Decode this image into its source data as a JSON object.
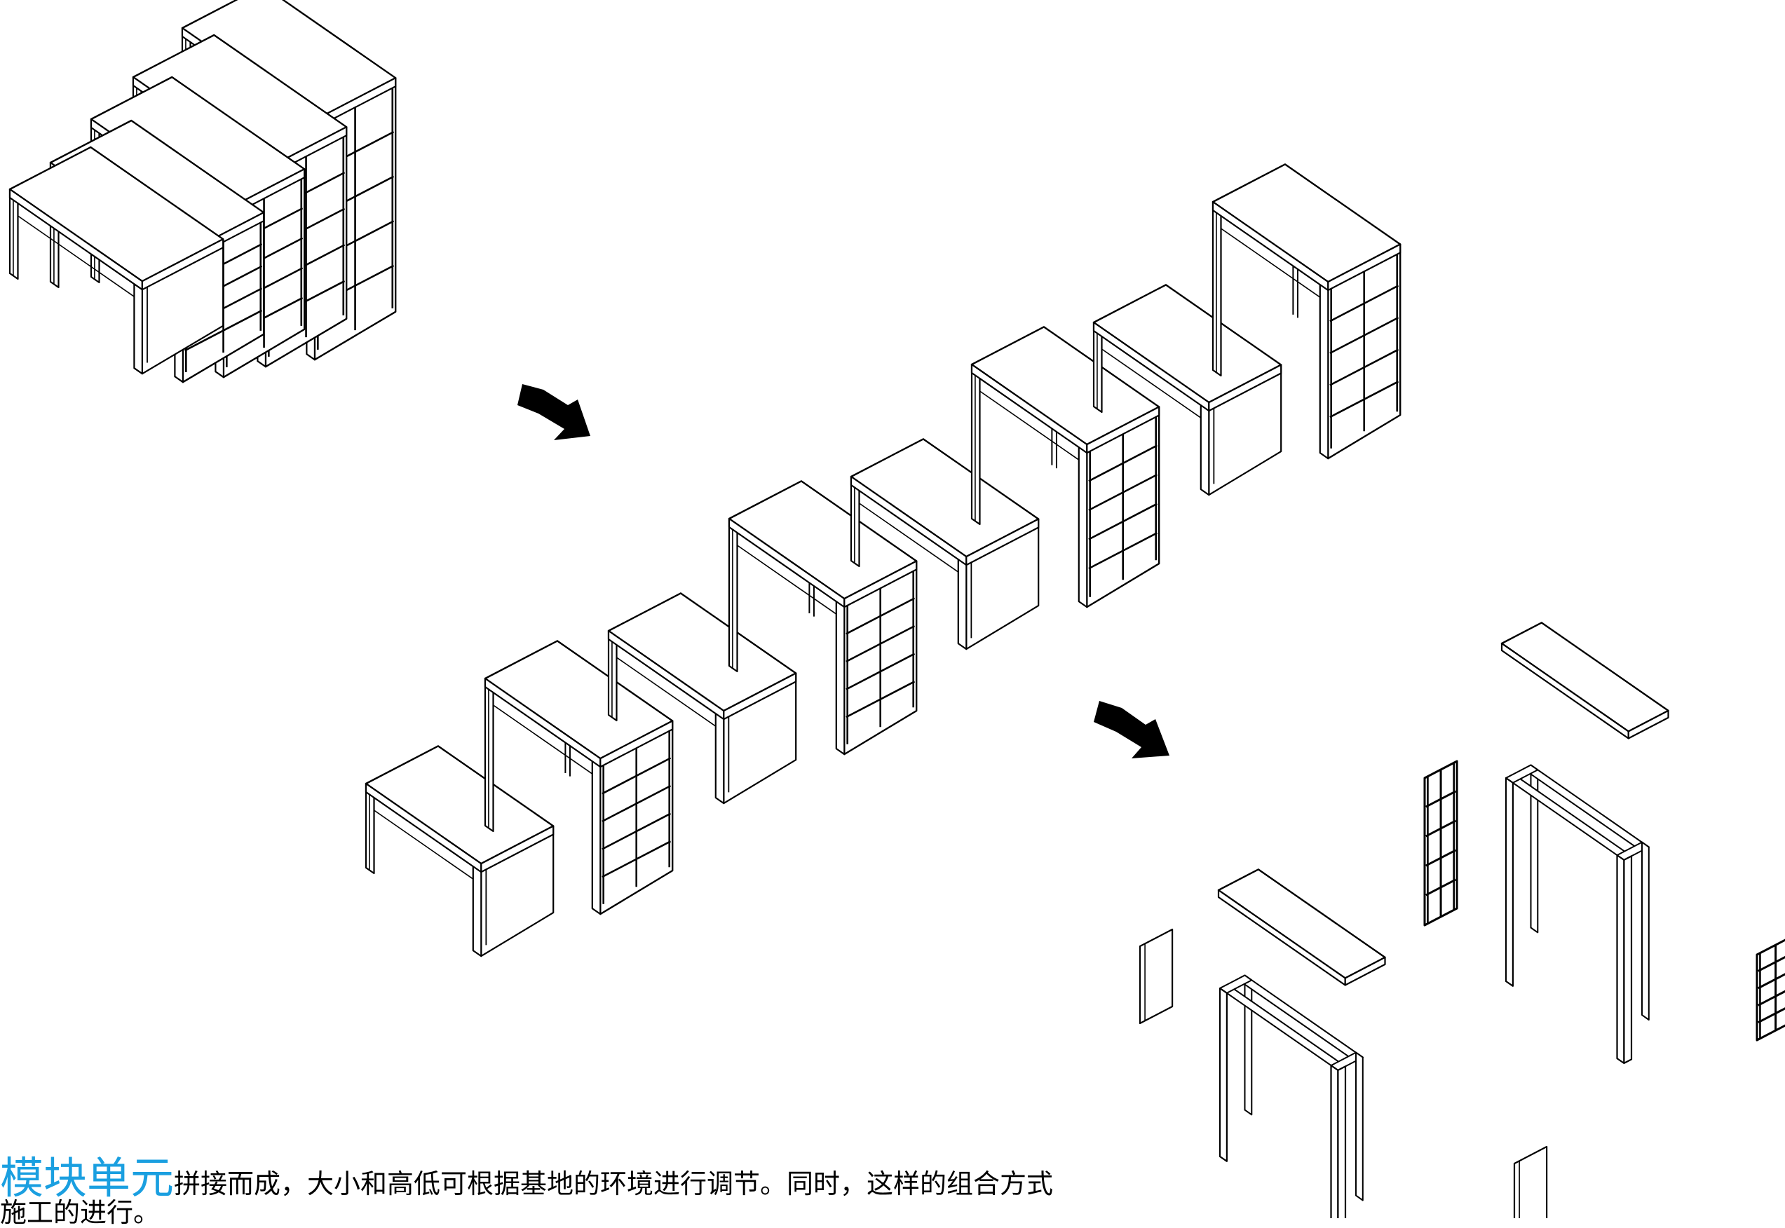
{
  "caption": {
    "highlight": "模块单元",
    "line1": "拼接而成，大小和高低可根据基地的环境进行调节。同时，这样的组合方式",
    "line2": "施工的进行。"
  },
  "colors": {
    "line": "#000000",
    "highlight": "#1a9fe0",
    "background": "#ffffff"
  },
  "icons": [
    "arrow-right-down-icon",
    "arrow-right-down-icon"
  ]
}
